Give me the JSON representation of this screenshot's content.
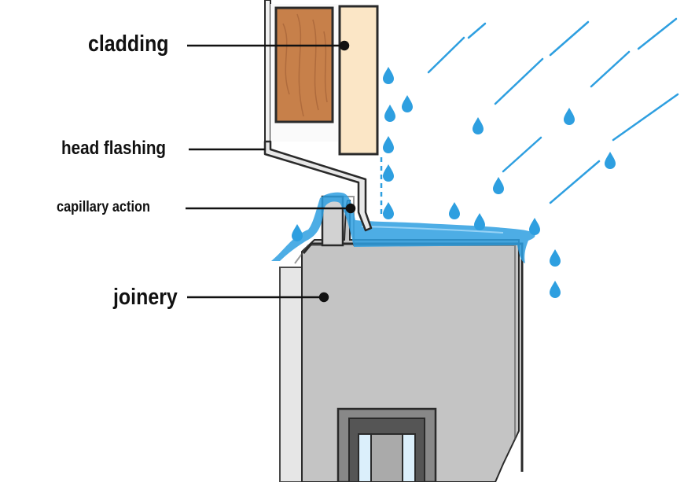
{
  "labels": {
    "cladding": "cladding",
    "head_flashing": "head flashing",
    "capillary_action": "capillary action",
    "joinery": "joinery"
  },
  "colors": {
    "wood": "#c7804a",
    "wood_grain": "#a9653a",
    "cladding_board": "#fbe6c6",
    "flashing": "#e8e8e8",
    "joinery": "#c4c4c4",
    "joinery_light": "#dcdcdc",
    "water": "#2e9fe0",
    "water_light": "#58b7ef",
    "rain": "#2e9fe0",
    "outline": "#2a2a2a"
  }
}
